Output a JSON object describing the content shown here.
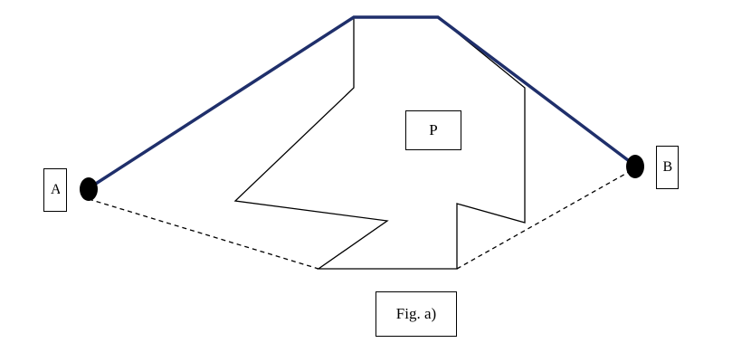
{
  "figure": {
    "caption": "Fig. a)",
    "polygon_label": "P",
    "point_a_label": "A",
    "point_b_label": "B"
  },
  "colors": {
    "path": "#1f2f6b",
    "polygon": "#000000",
    "dashed": "#000000",
    "points": "#000000"
  }
}
